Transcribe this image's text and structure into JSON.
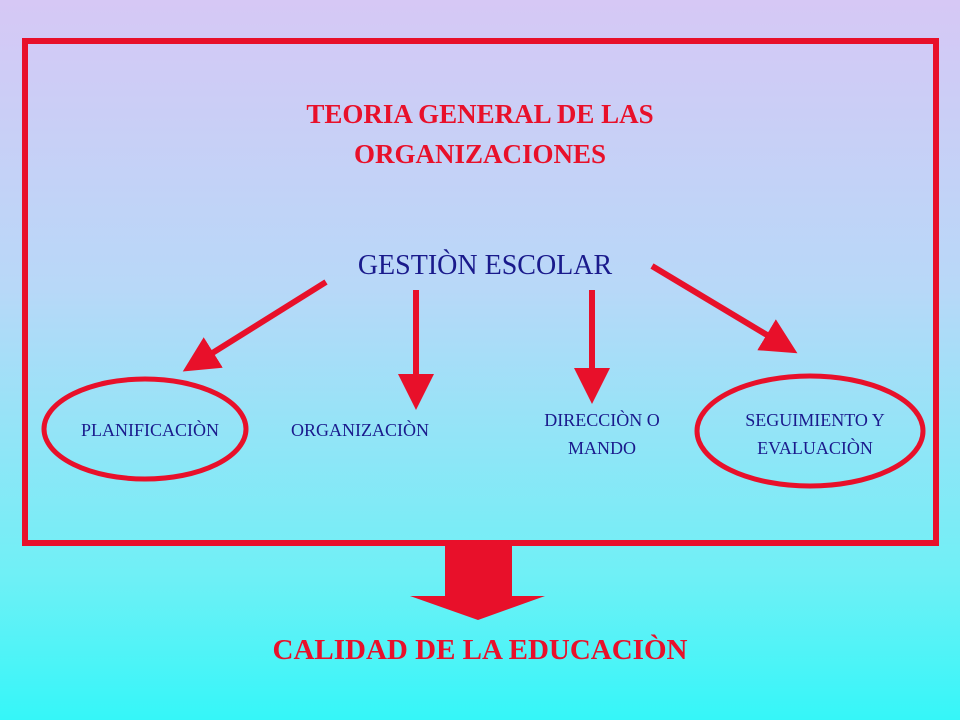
{
  "title": {
    "line1": "TEORIA GENERAL DE LAS",
    "line2": "ORGANIZACIONES"
  },
  "root": "GESTIÒN ESCOLAR",
  "nodes": [
    {
      "line1": "PLANIFICACIÒN",
      "line2": "",
      "highlighted": true
    },
    {
      "line1": "ORGANIZACIÒN",
      "line2": "",
      "highlighted": false
    },
    {
      "line1": "DIRECCIÒN O",
      "line2": "MANDO",
      "highlighted": false
    },
    {
      "line1": "SEGUIMIENTO Y",
      "line2": "EVALUACIÒN",
      "highlighted": true
    }
  ],
  "result": "CALIDAD DE LA EDUCACIÒN",
  "colors": {
    "accent": "#e8102a",
    "text": "#1a1a8c",
    "background_top": "#d6c8f5",
    "background_bottom": "#35f6f8"
  }
}
